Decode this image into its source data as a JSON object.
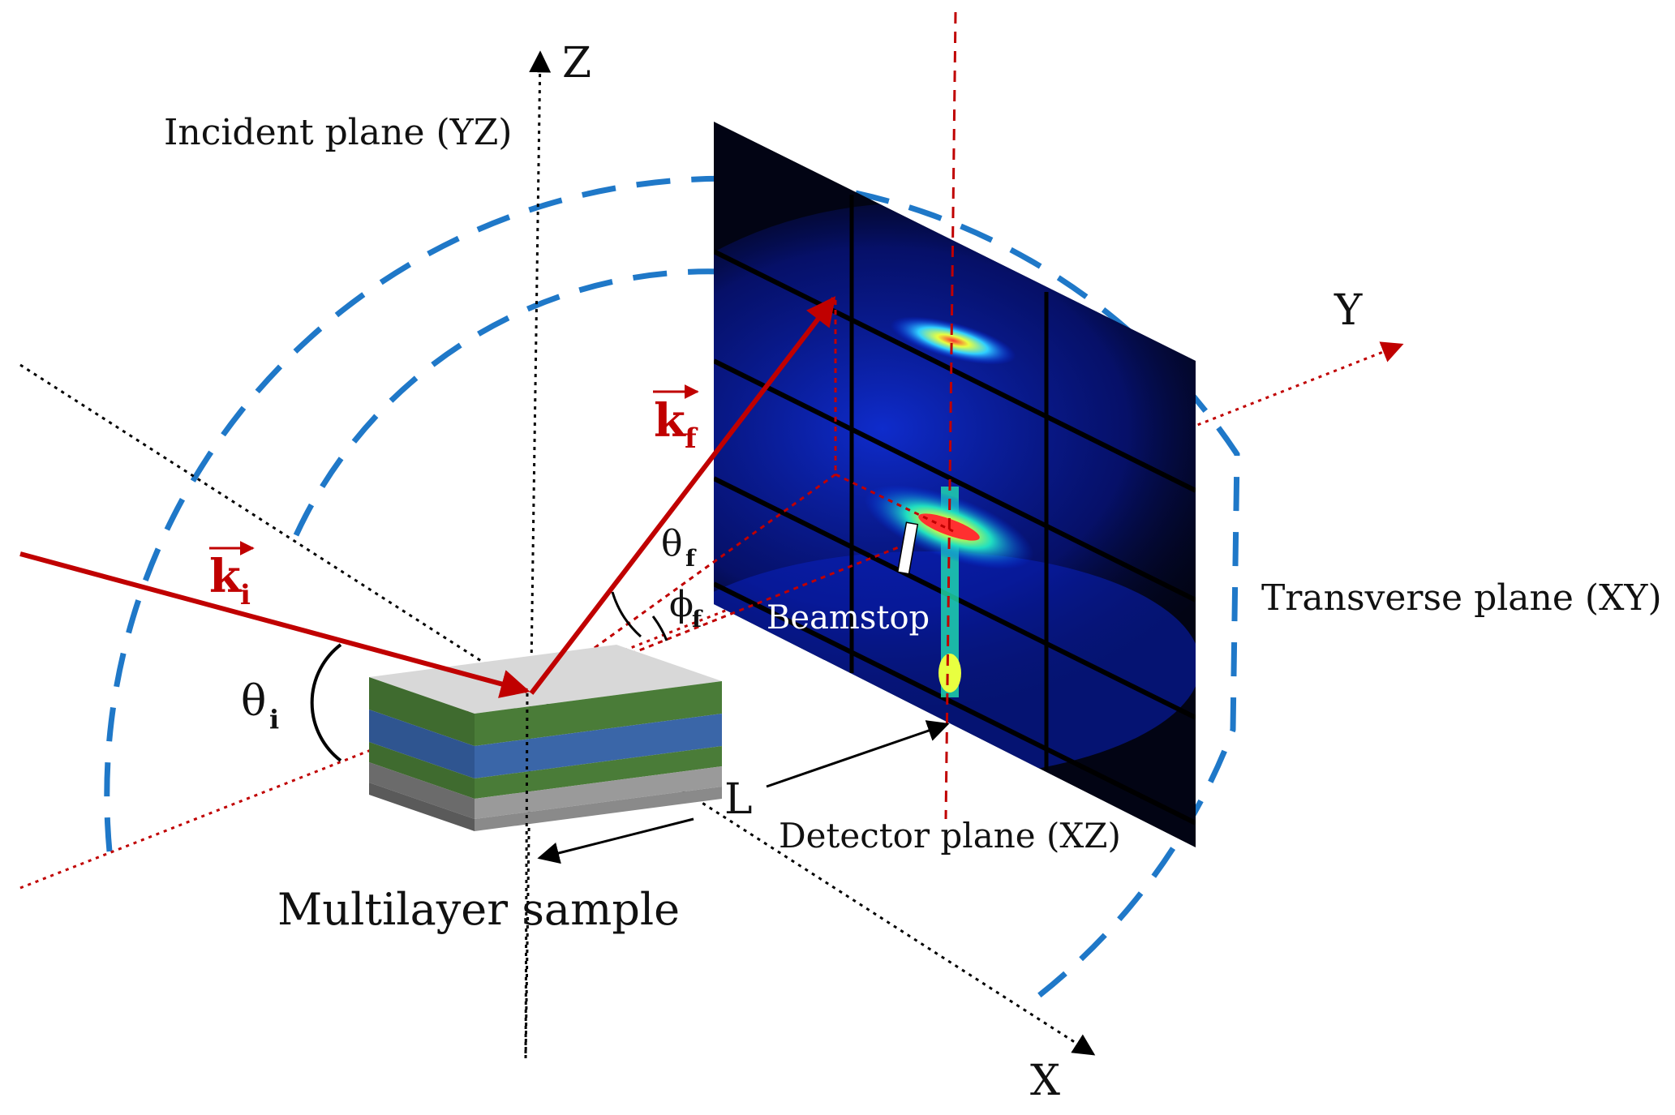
{
  "axes": {
    "z_label": "Z",
    "y_label": "Y",
    "x_label": "X"
  },
  "planes": {
    "incident": "Incident plane (YZ)",
    "transverse": "Transverse plane (XY)",
    "detector": "Detector plane (XZ)"
  },
  "vectors": {
    "incident_symbol": "k",
    "incident_sub": "i",
    "scattered_symbol": "k",
    "scattered_sub": "f"
  },
  "angles": {
    "theta": "θ",
    "theta_i_sub": "i",
    "theta_f_sub": "f",
    "phi": "ϕ",
    "phi_sub": "f"
  },
  "labels": {
    "beamstop": "Beamstop",
    "distance": "L",
    "sample": "Multilayer sample"
  },
  "colors": {
    "beam": "#c00000",
    "circle": "#1f78c8",
    "axis": "#000000",
    "detector_bg": "#020414",
    "layer_green": "#3f6b2f",
    "layer_blue": "#2f5590",
    "top_face": "#d8d8d8",
    "substrate": "#8a8a8a"
  }
}
